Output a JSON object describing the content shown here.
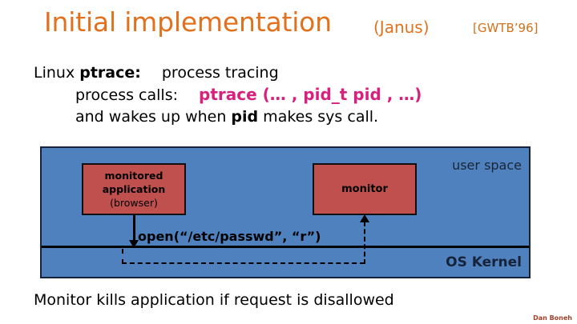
{
  "slide": {
    "title": "Initial implementation",
    "title_paren": "(Janus)",
    "citation": "[GWTB’96]",
    "title_color": "#E2711D"
  },
  "body": {
    "line1": {
      "prefix": "Linux ",
      "bold": "ptrace",
      "colon": ":",
      "rest": "process tracing"
    },
    "line2": {
      "label": "process calls:",
      "code": "ptrace (… ,  pid_t  pid ,  …)",
      "code_color": "#D6217E"
    },
    "line3": {
      "pre": "and wakes up when ",
      "bold": "pid",
      "post": " makes sys call."
    }
  },
  "diagram": {
    "panel_color": "#4E81BD",
    "box_color": "#C0504D",
    "user_space_label": "user space",
    "os_kernel_label": "OS Kernel",
    "syscall_label": "open(“/etc/passwd”, “r”)",
    "boxes": [
      {
        "name": "monitored-application",
        "line1": "monitored",
        "line2": "application",
        "line3": "(browser)"
      },
      {
        "name": "monitor",
        "line1": "monitor"
      }
    ]
  },
  "footer": {
    "caption": "Monitor kills application if request is disallowed",
    "attribution": "Dan Boneh",
    "attribution_color": "#A0412B"
  }
}
